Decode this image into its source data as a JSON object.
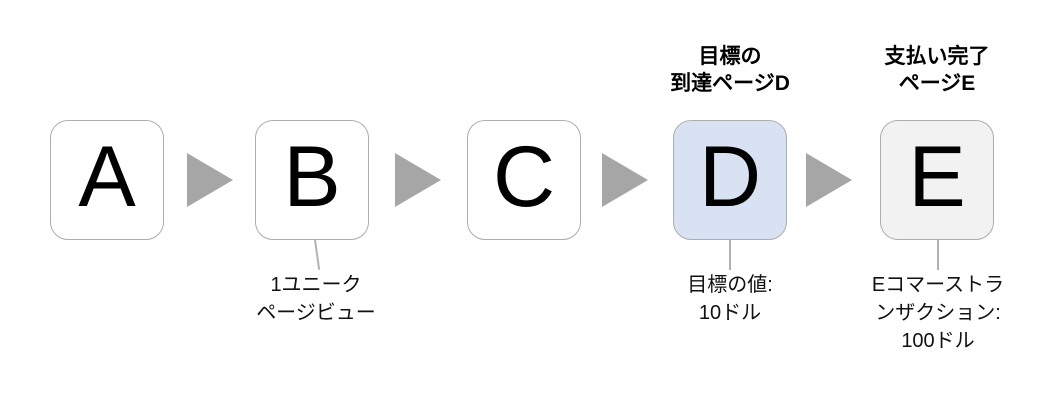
{
  "diagram": {
    "type": "funnel-flow",
    "colors": {
      "background": "#ffffff",
      "box_border": "#adadad",
      "arrow": "#a6a6a6",
      "connector": "#b3b3b3",
      "text": "#000000",
      "highlight_blue": "#d9e2f3",
      "highlight_gray": "#f2f2f2"
    },
    "nodes": [
      {
        "id": "A",
        "letter": "A",
        "fill": "#ffffff"
      },
      {
        "id": "B",
        "letter": "B",
        "fill": "#ffffff",
        "bottom_lines": [
          "1ユニーク",
          "ページビュー"
        ]
      },
      {
        "id": "C",
        "letter": "C",
        "fill": "#ffffff"
      },
      {
        "id": "D",
        "letter": "D",
        "fill": "#d9e2f3",
        "top_lines": [
          "目標の",
          "到達ページD"
        ],
        "bottom_lines": [
          "目標の値:",
          "10ドル"
        ]
      },
      {
        "id": "E",
        "letter": "E",
        "fill": "#f2f2f2",
        "top_lines": [
          "支払い完了",
          "ページE"
        ],
        "bottom_lines": [
          "Eコマーストラ",
          "ンザクション:",
          "100ドル"
        ]
      }
    ]
  }
}
